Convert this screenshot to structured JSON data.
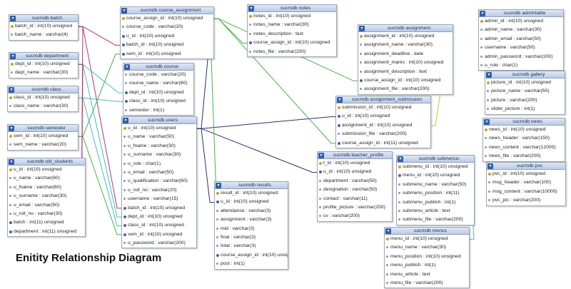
{
  "caption": "Enitity Relationship Diagram",
  "colors": {
    "header_text": "#1c2f52",
    "link_green": "#3db83d",
    "link_red": "#b8336a",
    "link_navy": "#27307a",
    "link_cyan": "#3cc0c8",
    "link_yellow": "#c8c840"
  },
  "tables": [
    {
      "id": "batch",
      "title": "sucmdb batch",
      "fields": [
        {
          "k": "pk",
          "t": "batch_id : int(10) unsigned"
        },
        {
          "k": "no",
          "t": "batch_name : varchar(4)"
        }
      ]
    },
    {
      "id": "department",
      "title": "sucmdb department",
      "fields": [
        {
          "k": "pk",
          "t": "dept_id : int(10) unsigned"
        },
        {
          "k": "no",
          "t": "dept_name : varchar(30)"
        }
      ]
    },
    {
      "id": "class",
      "title": "sucmdb class",
      "fields": [
        {
          "k": "pk",
          "t": "class_id : int(10) unsigned"
        },
        {
          "k": "no",
          "t": "class_name : varchar(30)"
        }
      ]
    },
    {
      "id": "semester",
      "title": "sucmdb semester",
      "fields": [
        {
          "k": "pk",
          "t": "sem_id : int(10) unsigned"
        },
        {
          "k": "no",
          "t": "sem_name : varchar(20)"
        }
      ]
    },
    {
      "id": "old_students",
      "title": "sucmdb old_students",
      "fields": [
        {
          "k": "pk",
          "t": "u_id : int(10) unsigned"
        },
        {
          "k": "no",
          "t": "u_name : varchar(60)"
        },
        {
          "k": "no",
          "t": "u_fname : varchar(60)"
        },
        {
          "k": "no",
          "t": "u_surname : varchar(30)"
        },
        {
          "k": "no",
          "t": "u_email : varchar(50)"
        },
        {
          "k": "no",
          "t": "u_roll_no : varchar(30)"
        },
        {
          "k": "fk",
          "t": "batch : int(11) unsigned"
        },
        {
          "k": "fk",
          "t": "department : int(11) unsigned"
        }
      ]
    },
    {
      "id": "course_assignment",
      "title": "sucmdb course_assignment",
      "fields": [
        {
          "k": "pk",
          "t": "course_assign_id : int(10) unsigned"
        },
        {
          "k": "no",
          "t": "course_code : varchar(20)"
        },
        {
          "k": "fk",
          "t": "u_id : int(10) unsigned"
        },
        {
          "k": "fk",
          "t": "batch_id : int(10) unsigned"
        },
        {
          "k": "fk",
          "t": "sem_id : int(10) unsigned"
        }
      ]
    },
    {
      "id": "course",
      "title": "sucmdb course",
      "fields": [
        {
          "k": "no",
          "t": "course_code : varchar(20)"
        },
        {
          "k": "no",
          "t": "course_name : varchar(80)"
        },
        {
          "k": "fk",
          "t": "dept_id : int(10) unsigned"
        },
        {
          "k": "fk",
          "t": "class_id : int(10) unsigned"
        },
        {
          "k": "no",
          "t": "semester : int(1)"
        }
      ]
    },
    {
      "id": "users",
      "title": "sucmdb users",
      "fields": [
        {
          "k": "pk",
          "t": "u_id : int(10) unsigned"
        },
        {
          "k": "no",
          "t": "u_name : varchar(50)"
        },
        {
          "k": "no",
          "t": "u_fname : varchar(30)"
        },
        {
          "k": "no",
          "t": "u_surname : varchar(30)"
        },
        {
          "k": "no",
          "t": "u_role : char(1)"
        },
        {
          "k": "no",
          "t": "u_email : varchar(50)"
        },
        {
          "k": "no",
          "t": "u_qualification : varchar(60)"
        },
        {
          "k": "no",
          "t": "u_roll_no : varchar(20)"
        },
        {
          "k": "no",
          "t": "username : varchar(15)"
        },
        {
          "k": "fk",
          "t": "batch_id : int(10) unsigned"
        },
        {
          "k": "fk",
          "t": "dept_id : int(10) unsigned"
        },
        {
          "k": "fk",
          "t": "class_id : int(10) unsigned"
        },
        {
          "k": "fk",
          "t": "sem_id : int(10) unsigned"
        },
        {
          "k": "no",
          "t": "u_password : varchar(200)"
        }
      ]
    },
    {
      "id": "notes",
      "title": "sucmdb notes",
      "fields": [
        {
          "k": "pk",
          "t": "notes_id : int(10) unsigned"
        },
        {
          "k": "no",
          "t": "notes_name : varchar(30)"
        },
        {
          "k": "no",
          "t": "notes_description : text"
        },
        {
          "k": "fk",
          "t": "course_assign_id : int(10) unsigned"
        },
        {
          "k": "no",
          "t": "notes_file : varchar(200)"
        }
      ]
    },
    {
      "id": "results",
      "title": "sucmdb results",
      "fields": [
        {
          "k": "pk",
          "t": "result_id : int(10) unsigned"
        },
        {
          "k": "fk",
          "t": "u_id : int(10) unsigned"
        },
        {
          "k": "no",
          "t": "attendance : varchar(3)"
        },
        {
          "k": "no",
          "t": "assignment : varchar(3)"
        },
        {
          "k": "no",
          "t": "mid : varchar(3)"
        },
        {
          "k": "no",
          "t": "final : varchar(3)"
        },
        {
          "k": "no",
          "t": "total : varchar(3)"
        },
        {
          "k": "fk",
          "t": "course_assign_id : int(10) unsigned"
        },
        {
          "k": "no",
          "t": "post : int(1)"
        }
      ]
    },
    {
      "id": "assignment",
      "title": "sucmdb assignment",
      "fields": [
        {
          "k": "pk",
          "t": "assignment_id : int(10) unsigned"
        },
        {
          "k": "no",
          "t": "assignment_name : varchar(30)"
        },
        {
          "k": "no",
          "t": "assignment_deadline : date"
        },
        {
          "k": "no",
          "t": "assignment_marks : int(10) unsigned"
        },
        {
          "k": "no",
          "t": "assignment_description : text"
        },
        {
          "k": "fk",
          "t": "course_assign_id : int(10) unsigned"
        },
        {
          "k": "no",
          "t": "assignment_file : varchar(200)"
        }
      ]
    },
    {
      "id": "assignment_submission",
      "title": "sucmdb assignment_submission",
      "fields": [
        {
          "k": "pk",
          "t": "submission_id : int(10) unsigned"
        },
        {
          "k": "fk",
          "t": "u_id : int(10) unsigned"
        },
        {
          "k": "fk",
          "t": "assignment_id : int(10) unsigned"
        },
        {
          "k": "no",
          "t": "submission_file : varchar(200)"
        },
        {
          "k": "fk",
          "t": "course_assign_id : int(11) unsigned"
        }
      ]
    },
    {
      "id": "teacher_profile",
      "title": "sucmdb teacher_profile",
      "fields": [
        {
          "k": "pk",
          "t": "t_id : int(10) unsigned"
        },
        {
          "k": "fk",
          "t": "u_id : int(10) unsigned"
        },
        {
          "k": "no",
          "t": "department : varchar(50)"
        },
        {
          "k": "no",
          "t": "designation : varchar(50)"
        },
        {
          "k": "no",
          "t": "contact : varchar(11)"
        },
        {
          "k": "no",
          "t": "profile_picture : varchar(200)"
        },
        {
          "k": "no",
          "t": "cv : varchar(200)"
        }
      ]
    },
    {
      "id": "submenus",
      "title": "sucmdb submenus",
      "fields": [
        {
          "k": "pk",
          "t": "submenu_id : int(10) unsigned"
        },
        {
          "k": "fk",
          "t": "menu_id : int(10) unsigned"
        },
        {
          "k": "no",
          "t": "submenu_name : varchar(50)"
        },
        {
          "k": "no",
          "t": "submenu_position : int(11)"
        },
        {
          "k": "no",
          "t": "submenu_publish : int(1)"
        },
        {
          "k": "no",
          "t": "submenu_article : text"
        },
        {
          "k": "no",
          "t": "submenu_file : varchar(200)"
        }
      ]
    },
    {
      "id": "menus",
      "title": "sucmdb menus",
      "fields": [
        {
          "k": "pk",
          "t": "menu_id : int(10) unsigned"
        },
        {
          "k": "no",
          "t": "menu_name : varchar(30)"
        },
        {
          "k": "no",
          "t": "menu_position : int(10) unsigned"
        },
        {
          "k": "no",
          "t": "menu_publish : int(1)"
        },
        {
          "k": "no",
          "t": "menu_article : text"
        },
        {
          "k": "no",
          "t": "menu_file : varchar(200)"
        }
      ]
    },
    {
      "id": "admintable",
      "title": "sucmdb admintable",
      "fields": [
        {
          "k": "pk",
          "t": "admin_id : int(10) unsigned"
        },
        {
          "k": "no",
          "t": "admin_name : varchar(30)"
        },
        {
          "k": "no",
          "t": "admin_email : varchar(50)"
        },
        {
          "k": "no",
          "t": "username : varchar(50)"
        },
        {
          "k": "no",
          "t": "admin_password : varchar(200)"
        },
        {
          "k": "no",
          "t": "u_role : char(1)"
        }
      ]
    },
    {
      "id": "gallery",
      "title": "sucmdb gallery",
      "fields": [
        {
          "k": "pk",
          "t": "picture_id : int(10) unsigned"
        },
        {
          "k": "no",
          "t": "picture_name : varchar(50)"
        },
        {
          "k": "no",
          "t": "picture : varchar(200)"
        },
        {
          "k": "no",
          "t": "slider_picture : int(1)"
        }
      ]
    },
    {
      "id": "news",
      "title": "sucmdb news",
      "fields": [
        {
          "k": "pk",
          "t": "news_id : int(10) unsigned"
        },
        {
          "k": "no",
          "t": "news_header : varchar(150)"
        },
        {
          "k": "no",
          "t": "news_content : varchar(12000)"
        },
        {
          "k": "no",
          "t": "news_file : varchar(200)"
        }
      ]
    },
    {
      "id": "pvc",
      "title": "sucmdb pvc",
      "fields": [
        {
          "k": "pk",
          "t": "pvc_id : int(10) unsigned"
        },
        {
          "k": "no",
          "t": "msg_header : varchar(100)"
        },
        {
          "k": "no",
          "t": "msg_content : varchar(10000)"
        },
        {
          "k": "no",
          "t": "pvc_pic : varchar(200)"
        }
      ]
    }
  ],
  "links": [
    {
      "from": "batch.0",
      "to": "users.9",
      "color": "link_red"
    },
    {
      "from": "batch.0",
      "to": "course_assignment.3",
      "color": "link_red"
    },
    {
      "from": "department.0",
      "to": "users.10",
      "color": "link_cyan"
    },
    {
      "from": "department.0",
      "to": "course.2",
      "color": "link_cyan"
    },
    {
      "from": "class.0",
      "to": "users.11",
      "color": "link_cyan"
    },
    {
      "from": "class.0",
      "to": "course.3",
      "color": "link_cyan"
    },
    {
      "from": "semester.0",
      "to": "users.12",
      "color": "link_green"
    },
    {
      "from": "semester.0",
      "to": "course_assignment.4",
      "color": "link_green"
    },
    {
      "from": "old_students.6",
      "to": "batch.0",
      "color": "link_red"
    },
    {
      "from": "old_students.7",
      "to": "department.0",
      "color": "link_red"
    },
    {
      "from": "users.0",
      "to": "course_assignment.2",
      "color": "link_navy"
    },
    {
      "from": "users.0",
      "to": "assignment_submission.1",
      "color": "link_navy"
    },
    {
      "from": "users.0",
      "to": "teacher_profile.1",
      "color": "link_navy"
    },
    {
      "from": "users.0",
      "to": "results.1",
      "color": "link_navy"
    },
    {
      "from": "course_assignment.0",
      "to": "notes.3",
      "color": "link_green"
    },
    {
      "from": "course_assignment.0",
      "to": "assignment.5",
      "color": "link_green"
    },
    {
      "from": "course_assignment.0",
      "to": "assignment_submission.4",
      "color": "link_green"
    },
    {
      "from": "course_assignment.0",
      "to": "results.7",
      "color": "link_green"
    },
    {
      "from": "assignment.0",
      "to": "assignment_submission.2",
      "color": "link_yellow"
    },
    {
      "from": "menus.0",
      "to": "submenus.1",
      "color": "link_cyan"
    }
  ]
}
